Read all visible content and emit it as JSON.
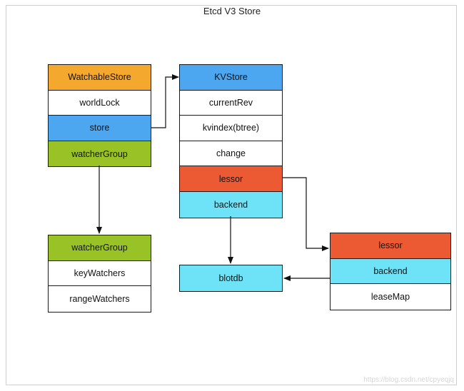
{
  "diagram": {
    "title": "Etcd V3 Store",
    "watchable_store": {
      "header": "WatchableStore",
      "rows": [
        "worldLock",
        "store",
        "watcherGroup"
      ]
    },
    "kv_store": {
      "header": "KVStore",
      "rows": [
        "currentRev",
        "kvindex(btree)",
        "change",
        "lessor",
        "backend"
      ]
    },
    "watcher_group": {
      "header": "watcherGroup",
      "rows": [
        "keyWatchers",
        "rangeWatchers"
      ]
    },
    "blotdb": {
      "label": "blotdb"
    },
    "lessor_box": {
      "header": "lessor",
      "rows": [
        "backend",
        "leaseMap"
      ]
    },
    "colors": {
      "orange": "#f5a82e",
      "blue": "#4da6f0",
      "green": "#99c226",
      "red": "#ec5a34",
      "cyan": "#6ee3f7"
    },
    "watermark": "https://blog.csdn.net/cpyeqjq"
  }
}
